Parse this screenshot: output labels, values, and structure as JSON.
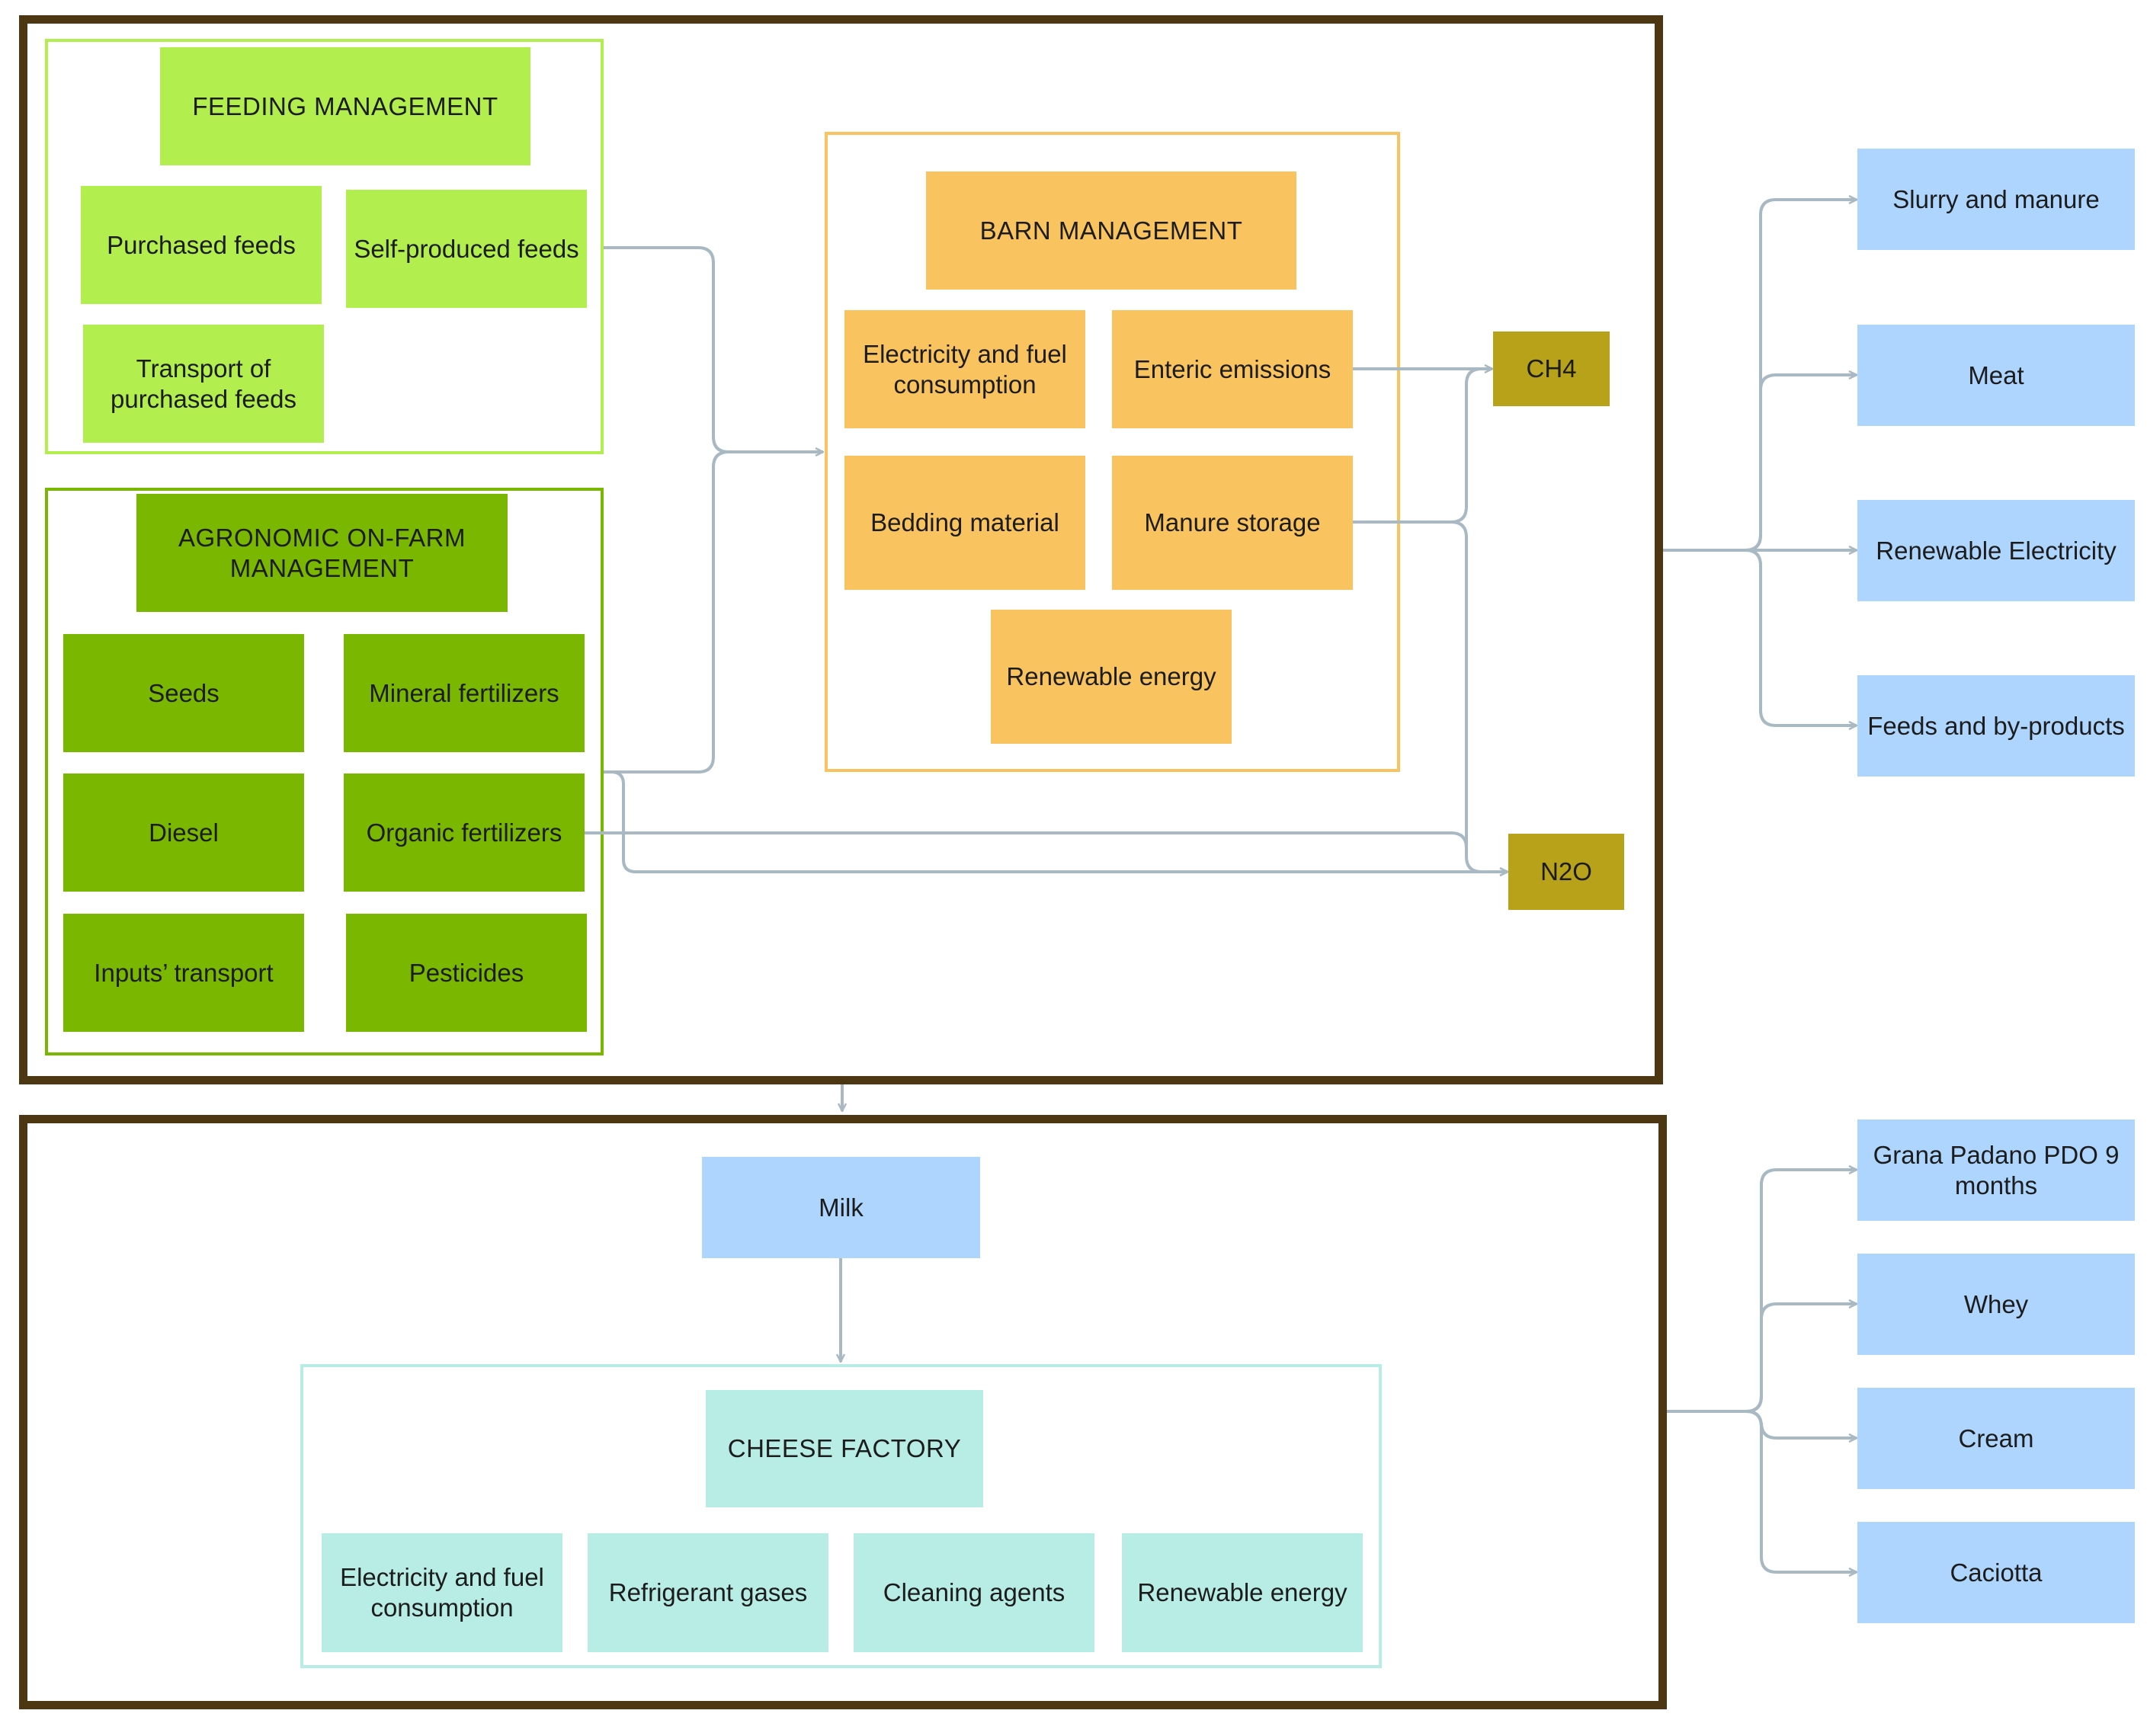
{
  "feeding": {
    "title": "FEEDING MANAGEMENT",
    "purchased_feeds": "Purchased feeds",
    "self_produced_feeds": "Self-produced feeds",
    "transport_feeds": "Transport of purchased feeds"
  },
  "agronomic": {
    "title": "AGRONOMIC ON-FARM MANAGEMENT",
    "seeds": "Seeds",
    "mineral_fertilizers": "Mineral fertilizers",
    "diesel": "Diesel",
    "organic_fertilizers": "Organic fertilizers",
    "inputs_transport": "Inputs’ transport",
    "pesticides": "Pesticides"
  },
  "barn": {
    "title": "BARN MANAGEMENT",
    "electricity_fuel": "Electricity and fuel consumption",
    "enteric_emissions": "Enteric emissions",
    "bedding_material": "Bedding material",
    "manure_storage": "Manure storage",
    "renewable_energy": "Renewable energy"
  },
  "emissions": {
    "ch4": "CH4",
    "n2o": "N2O"
  },
  "farm_outputs": [
    "Slurry and manure",
    "Meat",
    "Renewable Electricity",
    "Feeds and by-products"
  ],
  "milk": "Milk",
  "cheese_factory": {
    "title": "CHEESE FACTORY",
    "electricity_fuel": "Electricity and fuel consumption",
    "refrigerant_gases": "Refrigerant gases",
    "cleaning_agents": "Cleaning agents",
    "renewable_energy": "Renewable energy"
  },
  "dairy_outputs": [
    "Grana Padano PDO 9 months",
    "Whey",
    "Cream",
    "Caciotta"
  ],
  "colors": {
    "frame": "#4d3713",
    "feeding_light_green": "#b1ee4e",
    "agronomic_dark_green": "#79b701",
    "barn_orange": "#f9c35f",
    "emission_gold": "#b8a219",
    "output_blue": "#aed5fd",
    "cheese_teal": "#b8ede6",
    "connector_gray": "#a9b9c3"
  }
}
